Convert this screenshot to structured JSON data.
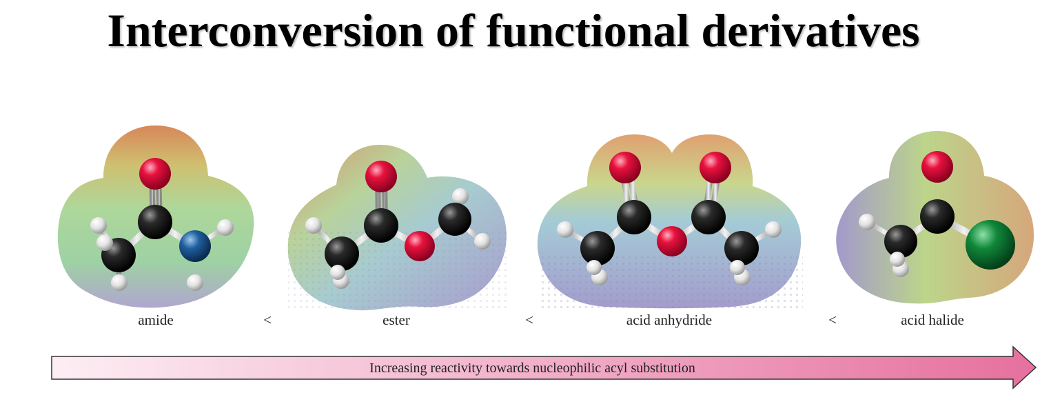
{
  "title": "Interconversion of functional derivatives",
  "molecules": [
    {
      "label": "amide"
    },
    {
      "label": "ester"
    },
    {
      "label": "acid anhydride"
    },
    {
      "label": "acid halide"
    }
  ],
  "comparators": [
    "<",
    "<",
    "<"
  ],
  "arrow": {
    "text": "Increasing reactivity towards nucleophilic acyl substitution",
    "color_start": "#fdeef4",
    "color_end": "#e6709e"
  },
  "atom_colors": {
    "carbon": "#1a1a1a",
    "oxygen": "#e0103a",
    "nitrogen": "#1f5f9e",
    "hydrogen": "#eeeeee",
    "chlorine": "#0f8a3a"
  }
}
